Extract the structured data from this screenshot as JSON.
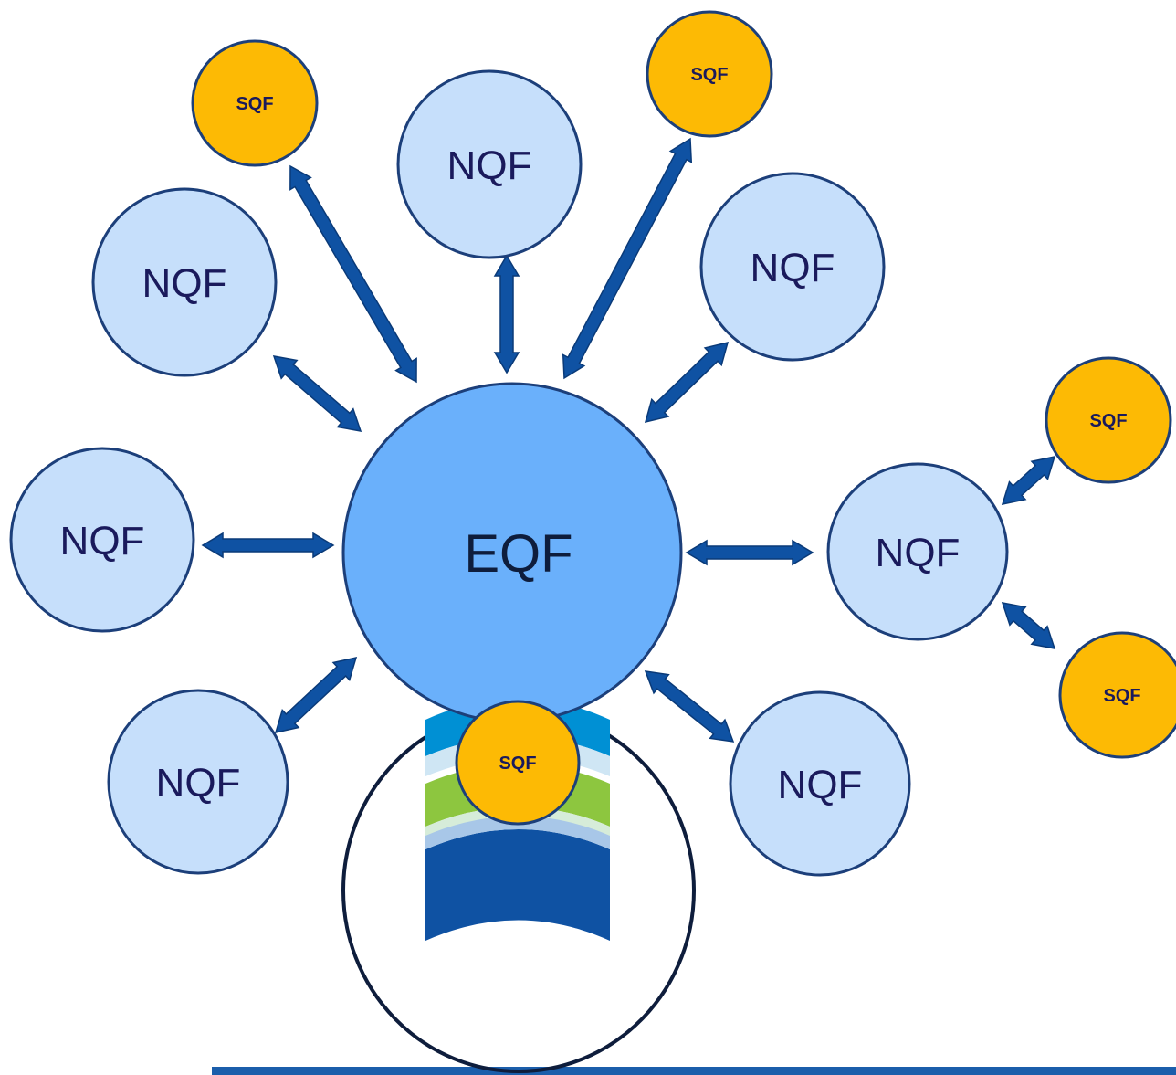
{
  "center": {
    "label": "EQF"
  },
  "nqf_nodes": [
    {
      "id": "nqf-top",
      "label": "NQF"
    },
    {
      "id": "nqf-upper-left",
      "label": "NQF"
    },
    {
      "id": "nqf-upper-right",
      "label": "NQF"
    },
    {
      "id": "nqf-left",
      "label": "NQF"
    },
    {
      "id": "nqf-right",
      "label": "NQF"
    },
    {
      "id": "nqf-lower-left",
      "label": "NQF"
    },
    {
      "id": "nqf-lower-right",
      "label": "NQF"
    }
  ],
  "sqf_nodes": [
    {
      "id": "sqf-top-left",
      "label": "SQF"
    },
    {
      "id": "sqf-top-right",
      "label": "SQF"
    },
    {
      "id": "sqf-right-upper",
      "label": "SQF"
    },
    {
      "id": "sqf-right-lower",
      "label": "SQF"
    },
    {
      "id": "sqf-bottom-logo",
      "label": "SQF"
    }
  ],
  "colors": {
    "nqf_fill": "#c6dffb",
    "eqf_fill": "#6ab0fb",
    "sqf_fill": "#fdba04",
    "arrow": "#0f52a3",
    "outline": "#1c3f7a",
    "logo_top": "#0090d4",
    "logo_mid": "#8dc63f",
    "logo_bottom": "#0f52a3"
  }
}
